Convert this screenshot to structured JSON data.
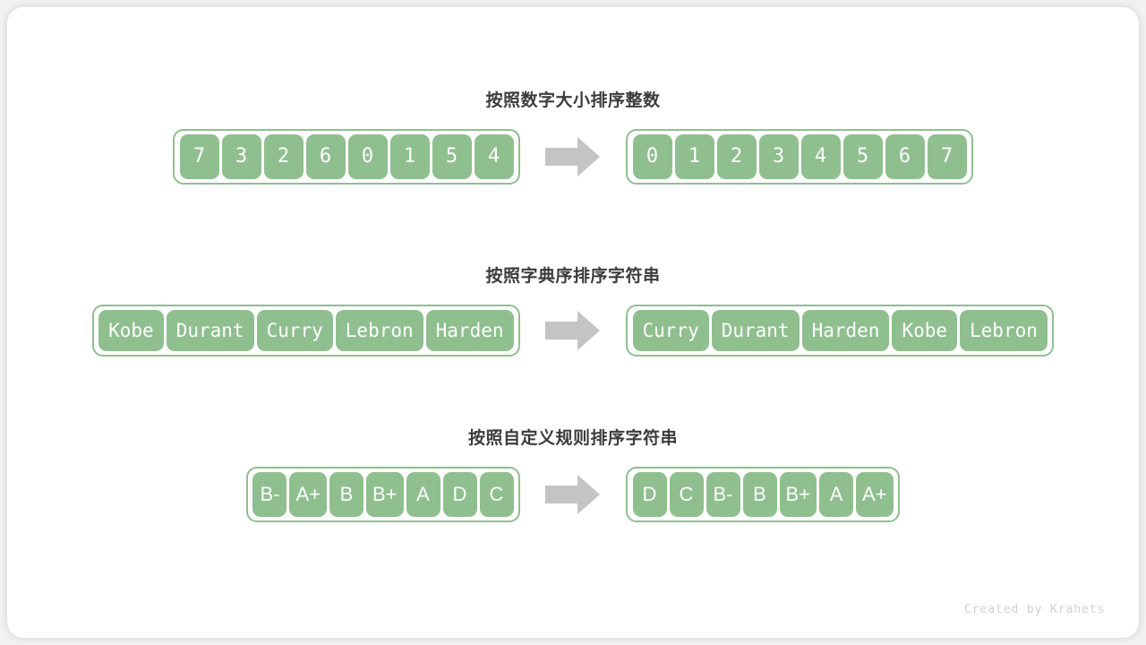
{
  "card": {
    "background": "#ffffff",
    "accent": "#8fbf8f",
    "title_color": "#3c3c3c",
    "arrow_color": "#c4c4c4"
  },
  "sections": [
    {
      "title": "按照数字大小排序整数",
      "kind": "num",
      "before": [
        "7",
        "3",
        "2",
        "6",
        "0",
        "1",
        "5",
        "4"
      ],
      "after": [
        "0",
        "1",
        "2",
        "3",
        "4",
        "5",
        "6",
        "7"
      ]
    },
    {
      "title": "按照字典序排序字符串",
      "kind": "str",
      "before": [
        "Kobe",
        "Durant",
        "Curry",
        "Lebron",
        "Harden"
      ],
      "after": [
        "Curry",
        "Durant",
        "Harden",
        "Kobe",
        "Lebron"
      ]
    },
    {
      "title": "按照自定义规则排序字符串",
      "kind": "grade",
      "before": [
        "B-",
        "A+",
        "B",
        "B+",
        "A",
        "D",
        "C"
      ],
      "after": [
        "D",
        "C",
        "B-",
        "B",
        "B+",
        "A",
        "A+"
      ]
    }
  ],
  "arrow": {
    "icon": "arrow-right-icon"
  },
  "footer": {
    "credit": "Created by Krahets"
  }
}
